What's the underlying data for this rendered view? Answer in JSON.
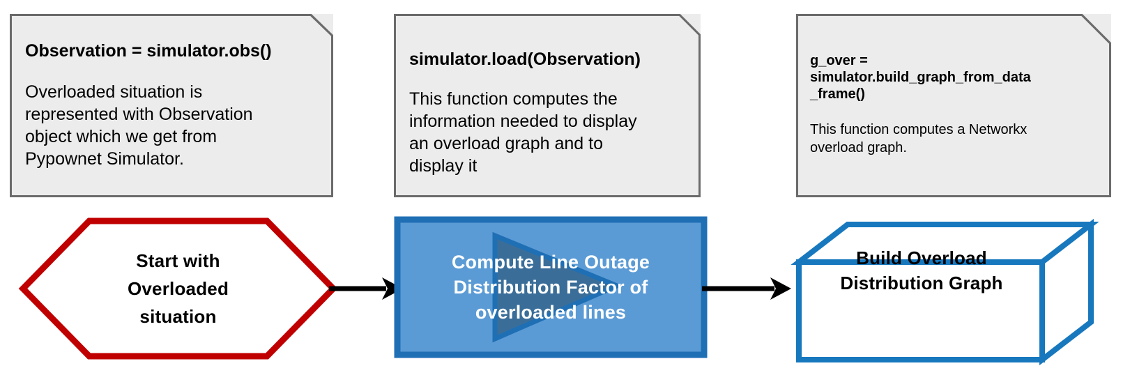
{
  "diagram": {
    "title": "Overload Distribution Graph pipeline",
    "colors": {
      "note_fill": "#ECECEC",
      "note_border": "#6B6B6B",
      "hexagon_stroke": "#C00000",
      "process_fill": "#5B9BD5",
      "process_stroke": "#1F6FB5",
      "process_triangle": "#3A6E99",
      "cube_stroke": "#1878BE",
      "cube_fill": "#FFFFFF",
      "arrow": "#000000",
      "text_dark": "#000000",
      "text_light": "#FFFFFF"
    },
    "notes": [
      {
        "id": "note-observation",
        "title": "Observation = simulator.obs()",
        "text": "Overloaded situation is\nrepresented with Observation\nobject which we get from\nPypownet Simulator."
      },
      {
        "id": "note-load",
        "title": "simulator.load(Observation)",
        "text": "This function computes the\ninformation needed to display\nan overload graph and to\ndisplay it"
      },
      {
        "id": "note-build-graph",
        "title": "g_over =\nsimulator.build_graph_from_data\n_frame()",
        "text": "This function computes a Networkx\noverload graph."
      }
    ],
    "steps": [
      {
        "id": "step-start",
        "shape": "hexagon",
        "label": "Start with\nOverloaded\nsituation"
      },
      {
        "id": "step-compute",
        "shape": "process-rectangle",
        "label": "Compute Line Outage\nDistribution Factor of\noverloaded lines",
        "icon": "play-triangle-icon"
      },
      {
        "id": "step-build",
        "shape": "cube-3d",
        "label": "Build Overload\nDistribution Graph"
      }
    ],
    "connectors": [
      {
        "id": "arrow-start-to-compute",
        "icon": "arrow-right-icon"
      },
      {
        "id": "arrow-compute-to-build",
        "icon": "arrow-right-icon"
      }
    ]
  }
}
